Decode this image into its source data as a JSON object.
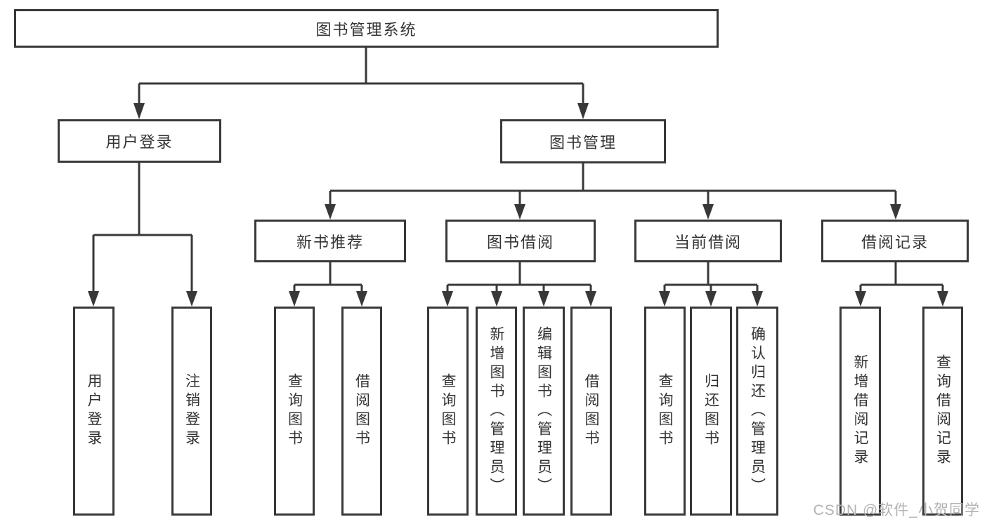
{
  "diagram_type": "functional-structure-tree",
  "colors": {
    "line": "#383838",
    "box_border": "#383838",
    "text": "#333333",
    "background": "#ffffff",
    "watermark": "#b3b3b3"
  },
  "tree": {
    "root_label": "图书管理系统",
    "branches": [
      {
        "label": "用户登录",
        "leaves": [
          "用户登录",
          "注销登录"
        ]
      },
      {
        "label": "图书管理",
        "groups": [
          {
            "label": "新书推荐",
            "leaves": [
              "查询图书",
              "借阅图书"
            ]
          },
          {
            "label": "图书借阅",
            "leaves": [
              "查询图书",
              "新增图书（管理员）",
              "编辑图书（管理员）",
              "借阅图书"
            ]
          },
          {
            "label": "当前借阅",
            "leaves": [
              "查询图书",
              "归还图书",
              "确认归还（管理员）"
            ]
          },
          {
            "label": "借阅记录",
            "leaves": [
              "新增借阅记录",
              "查询借阅记录"
            ]
          }
        ]
      }
    ]
  },
  "watermark": {
    "text": "CSDN @软件_小贺同学"
  }
}
